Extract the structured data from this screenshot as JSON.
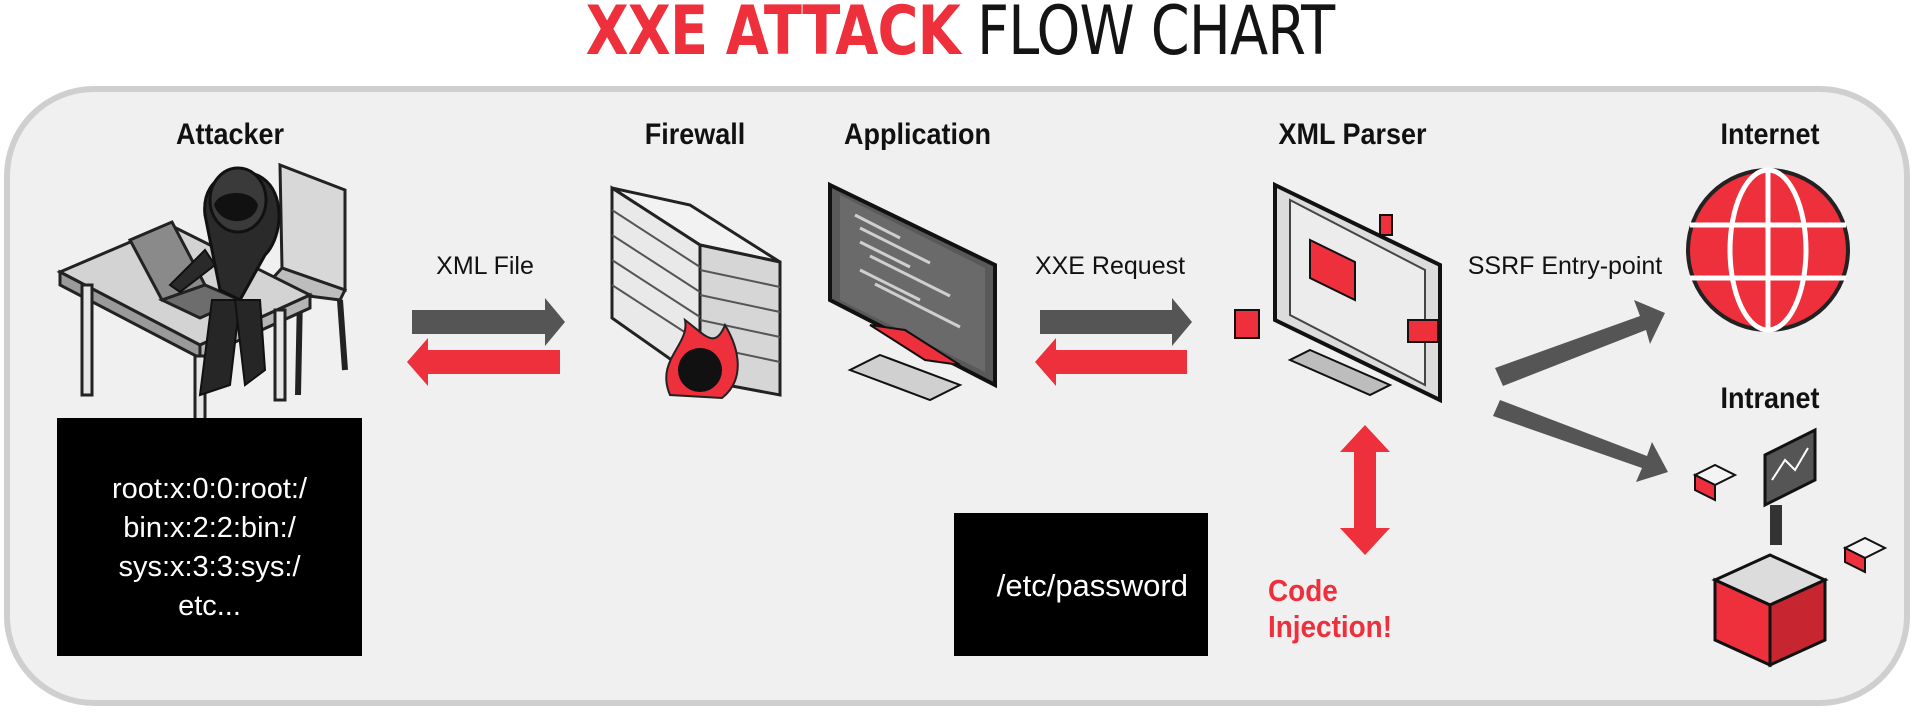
{
  "title": {
    "part1": "XXE ATTACK",
    "part2": "FLOW CHART"
  },
  "nodes": {
    "attacker": "Attacker",
    "firewall": "Firewall",
    "application": "Application",
    "xml_parser": "XML Parser",
    "internet": "Internet",
    "intranet": "Intranet"
  },
  "edges": {
    "xml_file": "XML File",
    "xxe_request": "XXE Request",
    "ssrf": "SSRF Entry-point"
  },
  "output_box": {
    "lines": [
      "root:x:0:0:root:/",
      "bin:x:2:2:bin:/",
      "sys:x:3:3:sys:/",
      "etc..."
    ]
  },
  "file_box": {
    "text": "/etc/password"
  },
  "code_injection": "Code Injection!",
  "colors": {
    "accent": "#ee2f3c",
    "dark": "#141414",
    "arrow_gray": "#555555",
    "panel": "#f0f0f0"
  }
}
